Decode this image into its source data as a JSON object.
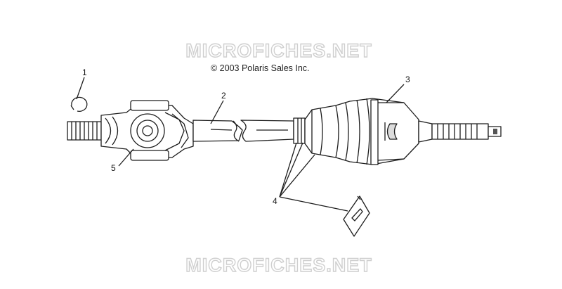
{
  "watermark_top": "MICROFICHES.NET",
  "watermark_bottom": "MICROFICHES.NET",
  "copyright": "© 2003 Polaris Sales Inc.",
  "callouts": {
    "c1": "1",
    "c2": "2",
    "c3": "3",
    "c4": "4",
    "c5": "5"
  }
}
